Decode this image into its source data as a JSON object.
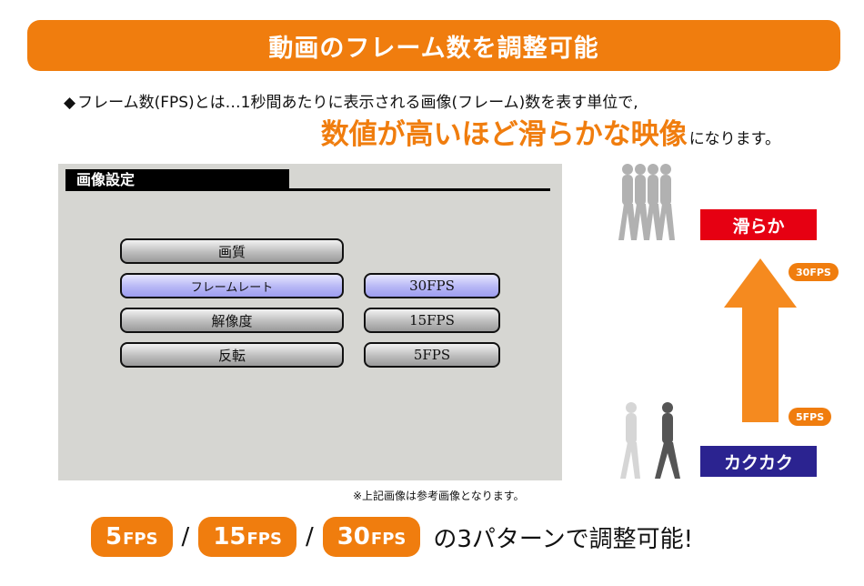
{
  "banner": {
    "title": "動画のフレーム数を調整可能"
  },
  "intro": {
    "line1_marker": "◆",
    "line1": "フレーム数(FPS)とは…1秒間あたりに表示される画像(フレーム)数を表す単位で,",
    "line2_highlight": "数値が高いほど滑らかな映像",
    "line2_suffix": "になります。"
  },
  "panel": {
    "title": "画像設定",
    "menu": [
      "画質",
      "フレームレート",
      "解像度",
      "反転"
    ],
    "values": [
      "30FPS",
      "15FPS",
      "5FPS"
    ],
    "selected_menu": "フレームレート",
    "selected_value": "30FPS",
    "note": "※上記画像は参考画像となります。"
  },
  "illustration": {
    "smooth_label": "滑らか",
    "choppy_label": "カクカク",
    "top_pill_value": "30",
    "top_pill_unit": "FPS",
    "bottom_pill_value": "5",
    "bottom_pill_unit": "FPS",
    "colors": {
      "accent": "#f07d0e",
      "smooth": "#e60012",
      "choppy": "#2b2390"
    }
  },
  "bottom": {
    "options": [
      {
        "value": "5",
        "unit": "FPS"
      },
      {
        "value": "15",
        "unit": "FPS"
      },
      {
        "value": "30",
        "unit": "FPS"
      }
    ],
    "separator": "/",
    "text": "の3パターンで調整可能!"
  }
}
